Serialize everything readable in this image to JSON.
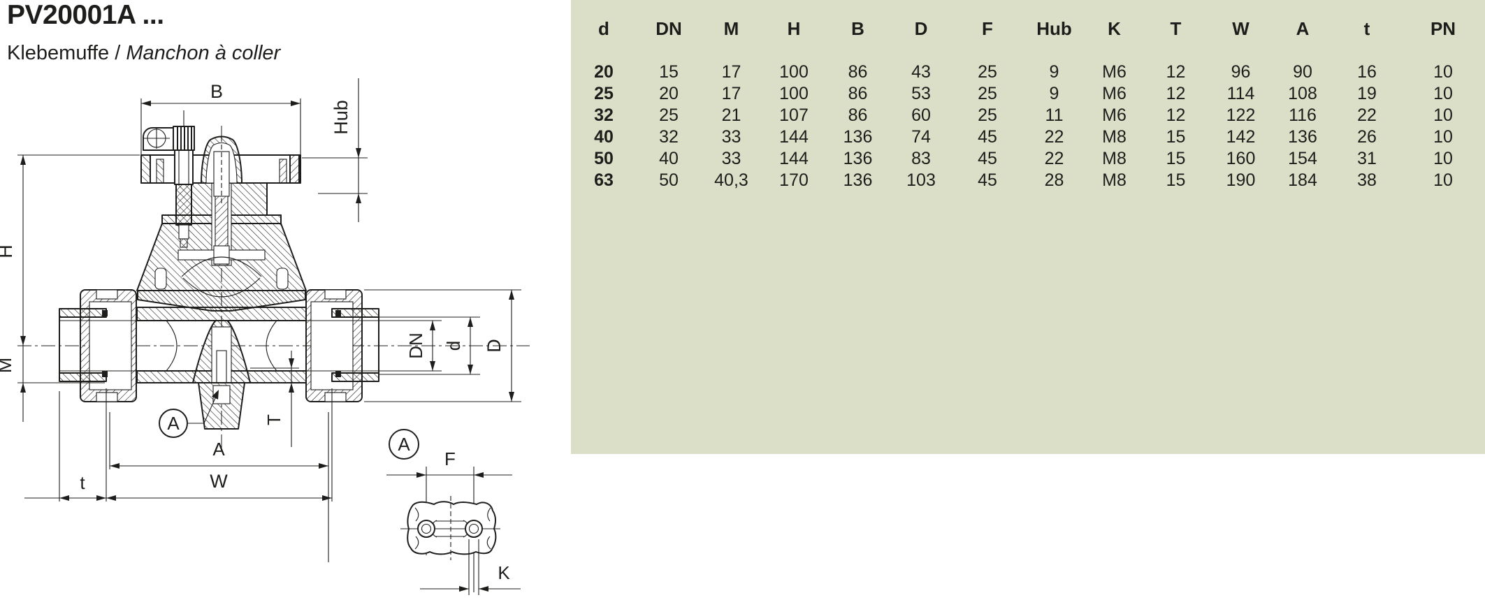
{
  "header": {
    "title": "PV20001A ...",
    "subtitle_de": "Klebemuffe /",
    "subtitle_fr": "Manchon à coller"
  },
  "colors": {
    "table_background": "#dcdfc8",
    "ink": "#1d1d1b"
  },
  "drawing": {
    "labels": {
      "b": "B",
      "hub": "Hub",
      "h": "H",
      "m": "M",
      "t_small": "t",
      "a": "A",
      "w": "W",
      "t_depth": "T",
      "dn": "DN",
      "d": "d",
      "d_outer": "D",
      "f": "F",
      "k": "K"
    },
    "detail_callout": "A"
  },
  "table": {
    "columns": [
      "d",
      "DN",
      "M",
      "H",
      "B",
      "D",
      "F",
      "Hub",
      "K",
      "T",
      "W",
      "A",
      "t",
      "PN"
    ],
    "rows": [
      [
        "20",
        "15",
        "17",
        "100",
        "86",
        "43",
        "25",
        "9",
        "M6",
        "12",
        "96",
        "90",
        "16",
        "10"
      ],
      [
        "25",
        "20",
        "17",
        "100",
        "86",
        "53",
        "25",
        "9",
        "M6",
        "12",
        "114",
        "108",
        "19",
        "10"
      ],
      [
        "32",
        "25",
        "21",
        "107",
        "86",
        "60",
        "25",
        "11",
        "M6",
        "12",
        "122",
        "116",
        "22",
        "10"
      ],
      [
        "40",
        "32",
        "33",
        "144",
        "136",
        "74",
        "45",
        "22",
        "M8",
        "15",
        "142",
        "136",
        "26",
        "10"
      ],
      [
        "50",
        "40",
        "33",
        "144",
        "136",
        "83",
        "45",
        "22",
        "M8",
        "15",
        "160",
        "154",
        "31",
        "10"
      ],
      [
        "63",
        "50",
        "40,3",
        "170",
        "136",
        "103",
        "45",
        "28",
        "M8",
        "15",
        "190",
        "184",
        "38",
        "10"
      ]
    ]
  }
}
